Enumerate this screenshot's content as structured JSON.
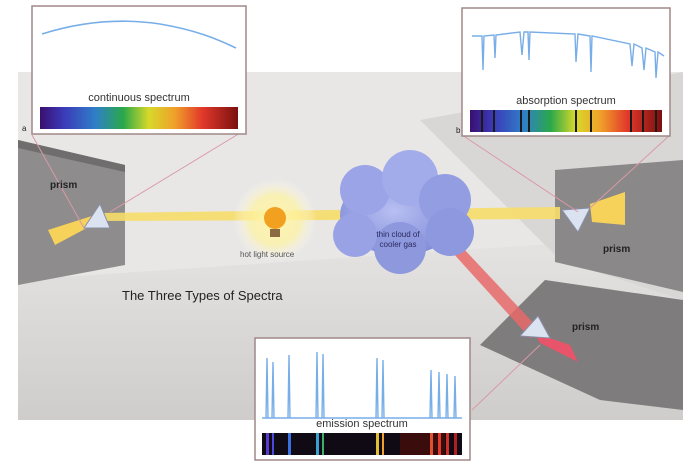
{
  "title": "The Three Types of Spectra",
  "labels": {
    "prism_left": "prism",
    "prism_right": "prism",
    "prism_bottom": "prism",
    "light_source": "hot light source",
    "cloud": "thin cloud of cooler gas",
    "marker_a": "a",
    "marker_b": "b"
  },
  "panels": {
    "continuous": "continuous spectrum",
    "absorption": "absorption spectrum",
    "emission": "emission spectrum"
  },
  "colors": {
    "beam": "#f7dd6a",
    "red_beam": "#e86a6a",
    "cloud": "#9aa4e6",
    "plot_line": "#78aee8",
    "room_wall": "#dedcdb"
  }
}
